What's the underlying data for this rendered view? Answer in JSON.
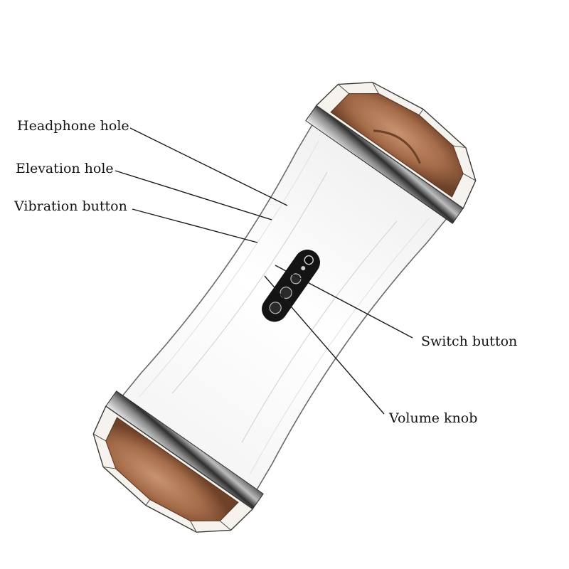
{
  "labels": {
    "headphone_hole": "Headphone hole",
    "elevation_hole": "Elevation hole",
    "vibration_button": "Vibration button",
    "switch_button": "Switch button",
    "volume_knob": "Volume knob"
  },
  "colors": {
    "leader_line": "#1a1a1a",
    "body_outline": "#6a6a6a",
    "chrome_dark": "#3a3a3a",
    "chrome_light": "#d8d8d8",
    "skin": "#b07a56",
    "skin_shadow": "#7a4a30",
    "panel": "#141414"
  }
}
